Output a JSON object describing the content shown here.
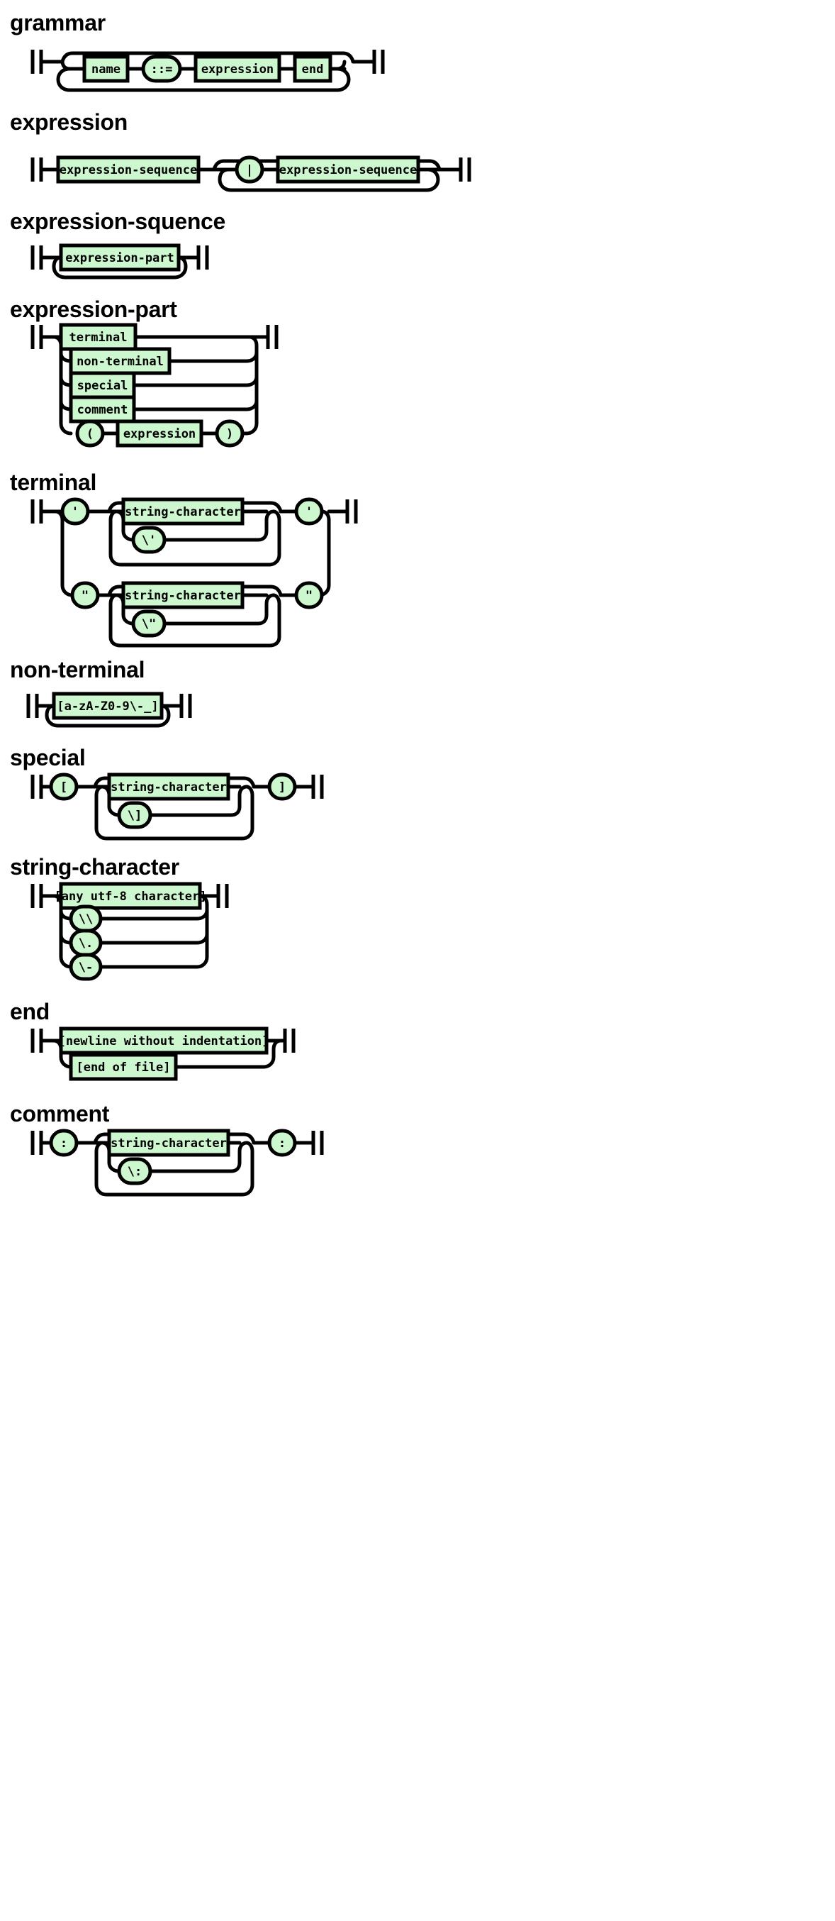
{
  "colors": {
    "node_fill": "#cdf7ce",
    "stroke": "#000000",
    "background": "#ffffff"
  },
  "document": {
    "type": "railroad-syntax-diagrams",
    "rule_count": 10
  },
  "rules": [
    {
      "id": "grammar",
      "title": "grammar",
      "nodes": [
        {
          "label": "name",
          "shape": "rect",
          "kind": "nonterminal"
        },
        {
          "label": "::=",
          "shape": "round",
          "kind": "terminal"
        },
        {
          "label": "expression",
          "shape": "rect",
          "kind": "nonterminal"
        },
        {
          "label": "end",
          "shape": "rect",
          "kind": "nonterminal"
        }
      ],
      "structure": "one-or-more(sequence(name, ::= , expression, end))"
    },
    {
      "id": "expression",
      "title": "expression",
      "nodes": [
        {
          "label": "expression-sequence",
          "shape": "rect",
          "kind": "nonterminal"
        },
        {
          "label": "|",
          "shape": "round",
          "kind": "terminal"
        },
        {
          "label": "expression-sequence",
          "shape": "rect",
          "kind": "nonterminal"
        }
      ],
      "structure": "expression-sequence , zero-or-more( | expression-sequence )"
    },
    {
      "id": "expression-squence",
      "title": "expression-squence",
      "nodes": [
        {
          "label": "expression-part",
          "shape": "rect",
          "kind": "nonterminal"
        }
      ],
      "structure": "one-or-more(expression-part)"
    },
    {
      "id": "expression-part",
      "title": "expression-part",
      "nodes": [
        {
          "label": "terminal",
          "shape": "rect",
          "kind": "nonterminal"
        },
        {
          "label": "non-terminal",
          "shape": "rect",
          "kind": "nonterminal"
        },
        {
          "label": "special",
          "shape": "rect",
          "kind": "nonterminal"
        },
        {
          "label": "comment",
          "shape": "rect",
          "kind": "nonterminal"
        },
        {
          "label": "(",
          "shape": "round",
          "kind": "terminal"
        },
        {
          "label": "expression",
          "shape": "rect",
          "kind": "nonterminal"
        },
        {
          "label": ")",
          "shape": "round",
          "kind": "terminal"
        }
      ],
      "structure": "choice(terminal, non-terminal, special, comment, sequence( ( expression ) ))"
    },
    {
      "id": "terminal",
      "title": "terminal",
      "nodes": [
        {
          "label": "'",
          "shape": "round",
          "kind": "terminal"
        },
        {
          "label": "string-character",
          "shape": "rect",
          "kind": "nonterminal"
        },
        {
          "label": "\\'",
          "shape": "round",
          "kind": "terminal"
        },
        {
          "label": "'",
          "shape": "round",
          "kind": "terminal"
        },
        {
          "label": "\"",
          "shape": "round",
          "kind": "terminal"
        },
        {
          "label": "string-character",
          "shape": "rect",
          "kind": "nonterminal"
        },
        {
          "label": "\\\"",
          "shape": "round",
          "kind": "terminal"
        },
        {
          "label": "\"",
          "shape": "round",
          "kind": "terminal"
        }
      ],
      "structure": "choice( ' zero-or-more(choice(string-character, \\')) ' , \" zero-or-more(choice(string-character, \\\")) \" )"
    },
    {
      "id": "non-terminal",
      "title": "non-terminal",
      "nodes": [
        {
          "label": "[a-zA-Z0-9\\-_]",
          "shape": "rect",
          "kind": "terminal-class"
        }
      ],
      "structure": "one-or-more([a-zA-Z0-9\\-_])"
    },
    {
      "id": "special",
      "title": "special",
      "nodes": [
        {
          "label": "[",
          "shape": "round",
          "kind": "terminal"
        },
        {
          "label": "string-character",
          "shape": "rect",
          "kind": "nonterminal"
        },
        {
          "label": "\\]",
          "shape": "round",
          "kind": "terminal"
        },
        {
          "label": "]",
          "shape": "round",
          "kind": "terminal"
        }
      ],
      "structure": "[ zero-or-more(choice(string-character, \\])) ]"
    },
    {
      "id": "string-character",
      "title": "string-character",
      "nodes": [
        {
          "label": "[any utf-8 character]",
          "shape": "rect",
          "kind": "terminal-class"
        },
        {
          "label": "\\\\",
          "shape": "round",
          "kind": "terminal"
        },
        {
          "label": "\\.",
          "shape": "round",
          "kind": "terminal"
        },
        {
          "label": "\\-",
          "shape": "round",
          "kind": "terminal"
        }
      ],
      "structure": "choice([any utf-8 character], \\\\, \\., \\-)"
    },
    {
      "id": "end",
      "title": "end",
      "nodes": [
        {
          "label": "[newline without indentation]",
          "shape": "rect",
          "kind": "terminal-class"
        },
        {
          "label": "[end of file]",
          "shape": "rect",
          "kind": "terminal-class"
        }
      ],
      "structure": "choice([newline without indentation], [end of file])"
    },
    {
      "id": "comment",
      "title": "comment",
      "nodes": [
        {
          "label": ":",
          "shape": "round",
          "kind": "terminal"
        },
        {
          "label": "string-character",
          "shape": "rect",
          "kind": "nonterminal"
        },
        {
          "label": "\\:",
          "shape": "round",
          "kind": "terminal"
        },
        {
          "label": ":",
          "shape": "round",
          "kind": "terminal"
        }
      ],
      "structure": ": zero-or-more(choice(string-character, \\:)) :"
    }
  ]
}
